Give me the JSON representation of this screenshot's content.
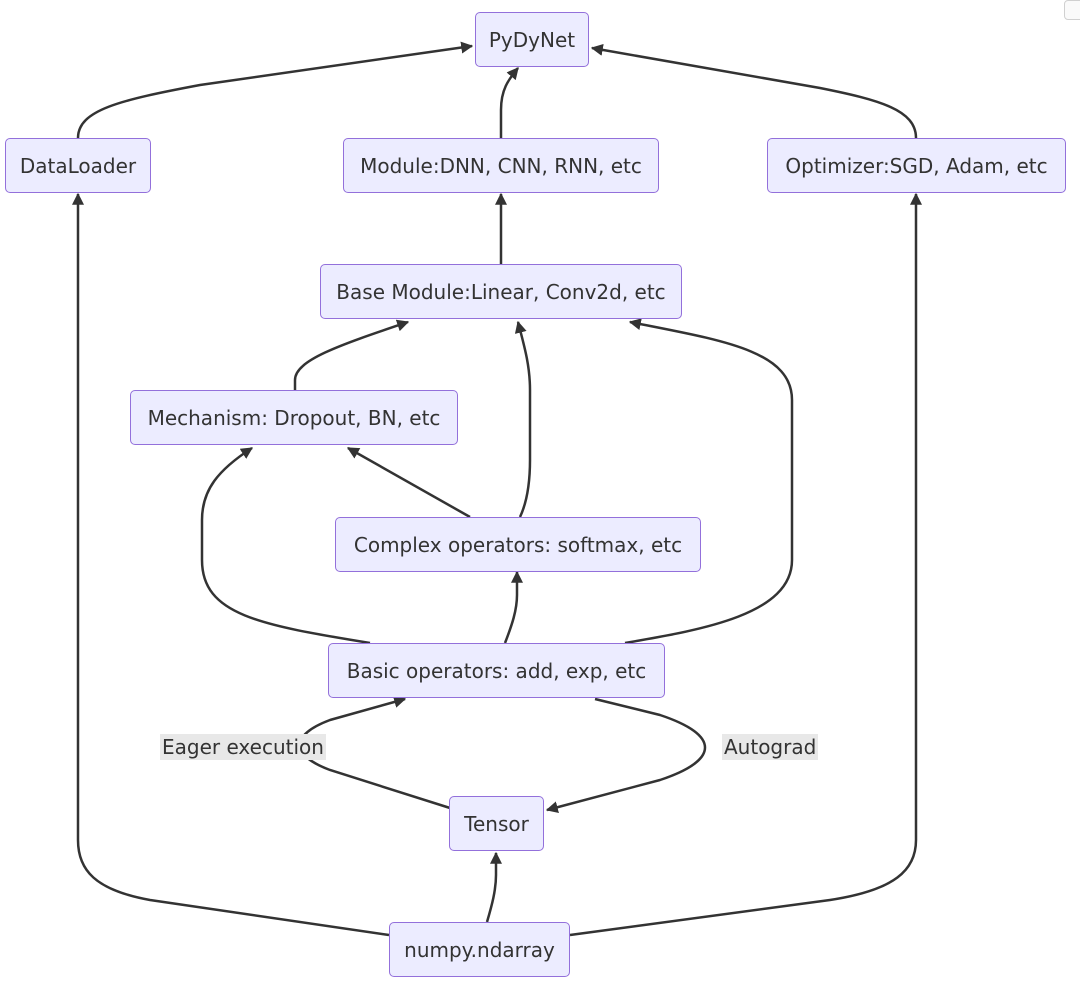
{
  "diagram": {
    "nodes": {
      "pydynet": "PyDyNet",
      "dataloader": "DataLoader",
      "module": "Module:DNN, CNN, RNN, etc",
      "optimizer": "Optimizer:SGD, Adam, etc",
      "base_module": "Base Module:Linear, Conv2d, etc",
      "mechanism": "Mechanism: Dropout, BN, etc",
      "complex_ops": "Complex operators: softmax, etc",
      "basic_ops": "Basic operators: add, exp, etc",
      "tensor": "Tensor",
      "ndarray": "numpy.ndarray"
    },
    "edge_labels": {
      "eager": "Eager execution",
      "autograd": "Autograd"
    },
    "colors": {
      "node_fill": "#ECECFF",
      "node_border": "#9370DB",
      "edge": "#333333",
      "label_bg": "#e8e8e8"
    }
  }
}
